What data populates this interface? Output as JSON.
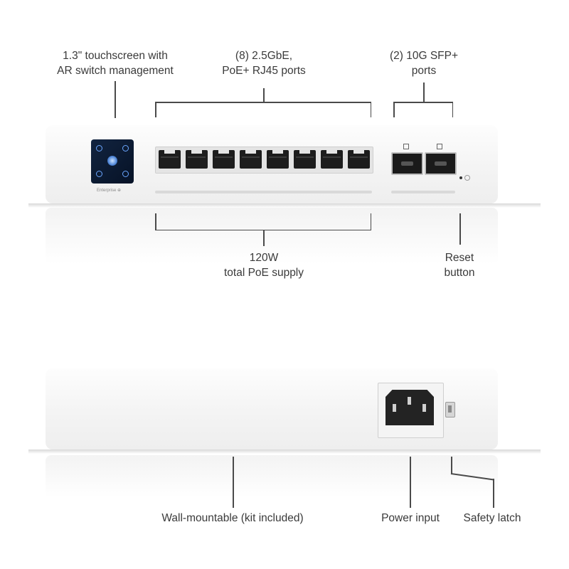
{
  "callouts": {
    "touchscreen": [
      "1.3\" touchscreen with",
      "AR switch management"
    ],
    "rj45_ports": [
      "(8) 2.5GbE,",
      "PoE+ RJ45 ports"
    ],
    "sfp_ports": [
      "(2) 10G SFP+",
      "ports"
    ],
    "poe_supply": [
      "120W",
      "total PoE supply"
    ],
    "reset_button": [
      "Reset",
      "button"
    ],
    "wall_mount": "Wall-mountable (kit included)",
    "power_input": "Power input",
    "safety_latch": "Safety latch"
  },
  "device": {
    "brand": "Enterprise"
  }
}
